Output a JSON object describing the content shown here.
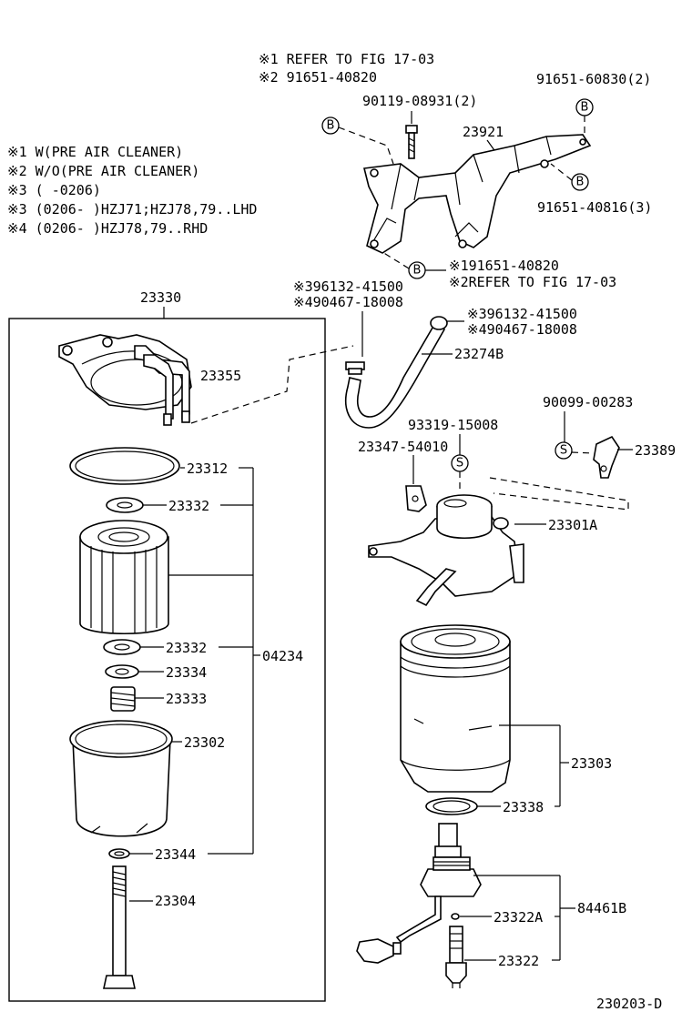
{
  "notes": {
    "top_note_1": "※1 REFER TO FIG 17-03",
    "top_note_2": "※2 91651-40820",
    "legend_1": "※1 W(PRE AIR CLEANER)",
    "legend_2": "※2 W/O(PRE AIR CLEANER)",
    "legend_3": "※3 (     -0206)",
    "legend_4": "※3 (0206-     )HZJ71;HZJ78,79..LHD",
    "legend_5": "※4 (0206-     )HZJ78,79..RHD",
    "bottom_note_1": "※191651-40820",
    "bottom_note_2": "※2REFER TO FIG 17-03"
  },
  "marks": {
    "bolt": "B",
    "screw": "S"
  },
  "labels": {
    "p90119": "90119-08931(2)",
    "p91651_60830": "91651-60830(2)",
    "p23921": "23921",
    "p91651_40816": "91651-40816(3)",
    "p23330": "23330",
    "p96132_a": "※396132-41500",
    "p90467_a": "※490467-18008",
    "p96132_b": "※396132-41500",
    "p90467_b": "※490467-18008",
    "p23355": "23355",
    "p23274B": "23274B",
    "p90099": "90099-00283",
    "p93319": "93319-15008",
    "p23347": "23347-54010",
    "p23389": "23389",
    "p23312": "23312",
    "p23332_a": "23332",
    "p23301A": "23301A",
    "p23332_b": "23332",
    "p04234": "04234",
    "p23334": "23334",
    "p23333": "23333",
    "p23302": "23302",
    "p23303": "23303",
    "p23338": "23338",
    "p23344": "23344",
    "p23304": "23304",
    "p84461B": "84461B",
    "p23322A": "23322A",
    "p23322": "23322",
    "fig_id": "230203-D"
  }
}
